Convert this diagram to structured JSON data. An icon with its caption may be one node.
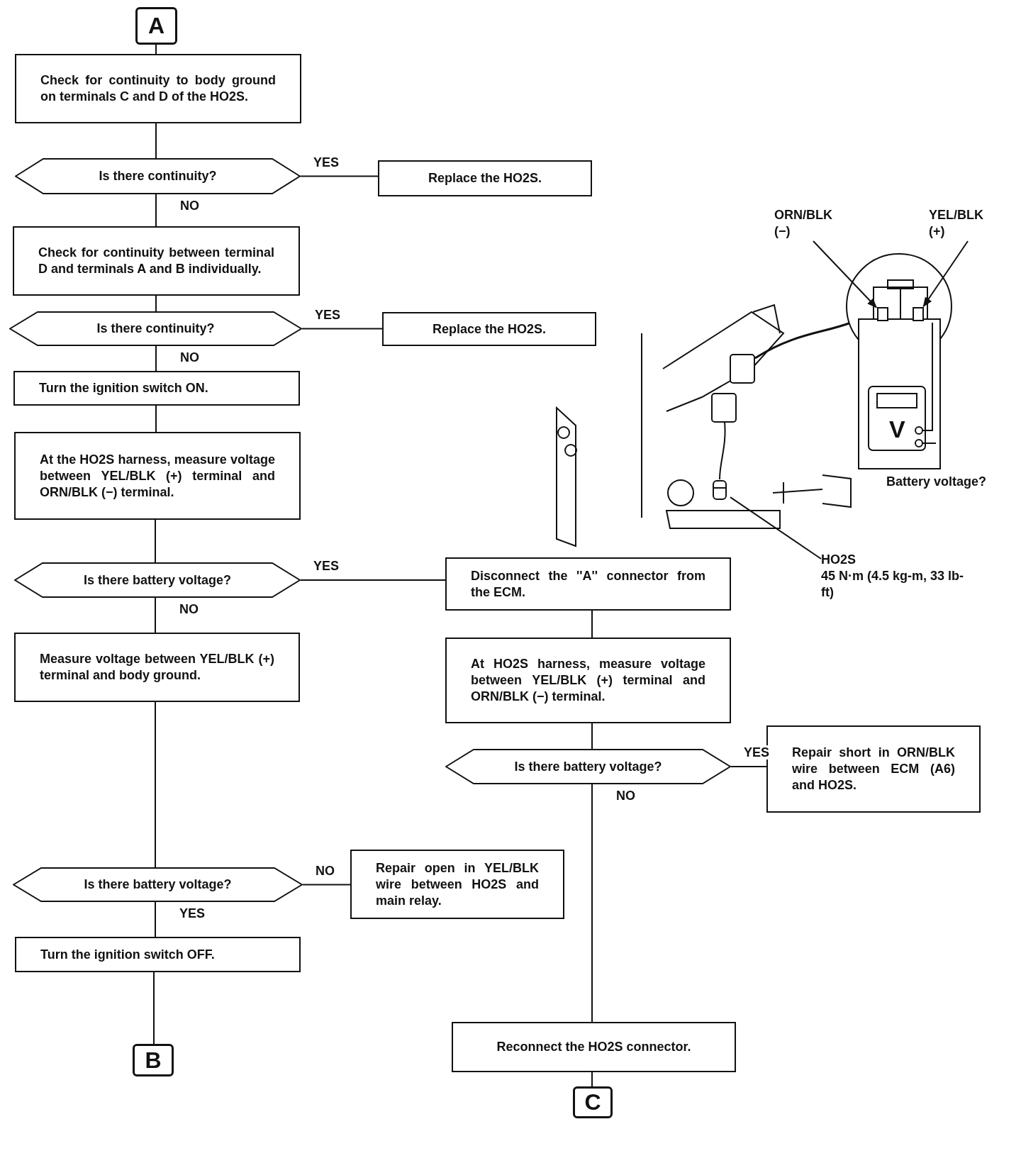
{
  "diagram": {
    "nodes": [
      {
        "text": [
          "A"
        ]
      },
      {
        "text": [
          "Check for continuity to body ground on terminals C and D of the HO2S."
        ]
      },
      {
        "text": [
          "Is there continuity?"
        ]
      },
      {
        "text": [
          "Replace the HO2S."
        ]
      },
      {
        "text": [
          "Check for continuity between terminal D and terminals A and B individually."
        ]
      },
      {
        "text": [
          "Is there continuity?"
        ]
      },
      {
        "text": [
          "Replace the HO2S."
        ]
      },
      {
        "text": [
          "Turn the ignition switch ON."
        ]
      },
      {
        "text": [
          "At the HO2S harness, measure voltage between YEL/BLK (+) terminal and ORN/BLK (−) terminal."
        ]
      },
      {
        "text": [
          "Is there battery voltage?"
        ]
      },
      {
        "text": [
          "Disconnect the ''A'' connector from the ECM."
        ]
      },
      {
        "text": [
          "Measure voltage between YEL/BLK (+) terminal and body ground."
        ]
      },
      {
        "text": [
          "At HO2S harness, measure voltage between YEL/BLK (+) terminal and ORN/BLK (−) terminal."
        ]
      },
      {
        "text": [
          "Is there battery voltage?"
        ]
      },
      {
        "text": [
          "Repair short in ORN/BLK wire between ECM (A6) and HO2S."
        ]
      },
      {
        "text": [
          "Is there battery voltage?"
        ]
      },
      {
        "text": [
          "Repair open in YEL/BLK wire between HO2S and main relay."
        ]
      },
      {
        "text": [
          "Turn the ignition switch OFF."
        ]
      },
      {
        "text": [
          "B"
        ]
      },
      {
        "text": [
          "Reconnect the HO2S connector."
        ]
      },
      {
        "text": [
          "C"
        ]
      },
      {
        "text": [
          "ORN/BLK (−)"
        ]
      },
      {
        "text": [
          "YEL/BLK (+)"
        ]
      },
      {
        "text": [],
        "shape": "box"
      },
      {
        "text": [],
        "shape": "box"
      },
      {
        "text": [
          "HO2S",
          "45 N·m (4.5 kg-m, 33 lb-ft)"
        ]
      },
      {
        "text": [],
        "shape": "cylinder"
      }
    ],
    "edges": [
      {
        "from": 0,
        "to": 1,
        "arrow": "none"
      },
      {
        "from": 1,
        "to": 2,
        "arrow": "none"
      },
      {
        "from": 2,
        "to": 3,
        "arrow": "none",
        "label": "YES"
      },
      {
        "from": 2,
        "to": 4,
        "arrow": "none",
        "label": "NO"
      },
      {
        "from": 4,
        "to": 5,
        "arrow": "none"
      },
      {
        "from": 5,
        "to": 6,
        "arrow": "none",
        "label": "YES"
      },
      {
        "from": 5,
        "to": 7,
        "arrow": "none",
        "label": "NO"
      },
      {
        "from": 7,
        "to": 8,
        "arrow": "none"
      },
      {
        "from": 8,
        "to": 9,
        "arrow": "none"
      },
      {
        "from": 9,
        "to": 10,
        "arrow": "none",
        "label": "YES"
      },
      {
        "from": 9,
        "to": 11,
        "arrow": "none",
        "label": "NO"
      },
      {
        "from": 10,
        "to": 12,
        "arrow": "none"
      },
      {
        "from": 12,
        "to": 13,
        "arrow": "none"
      },
      {
        "from": 13,
        "to": 14,
        "arrow": "none",
        "label": "YES"
      },
      {
        "from": 13,
        "to": 19,
        "arrow": "none",
        "label": "NO"
      },
      {
        "from": 11,
        "to": 15,
        "arrow": "none"
      },
      {
        "from": 15,
        "to": 16,
        "arrow": "none",
        "label": "NO"
      },
      {
        "from": 15,
        "to": 17,
        "arrow": "none",
        "label": "YES"
      },
      {
        "from": 17,
        "to": 18,
        "arrow": "none"
      },
      {
        "from": 19,
        "to": 20,
        "arrow": "none"
      },
      {
        "from": 21,
        "to": 23,
        "arrow": "to"
      },
      {
        "from": 22,
        "to": 24,
        "arrow": "to"
      },
      {
        "from": 25,
        "to": 26,
        "arrow": "none"
      }
    ],
    "labels": [
      "V",
      "Battery voltage?"
    ]
  }
}
